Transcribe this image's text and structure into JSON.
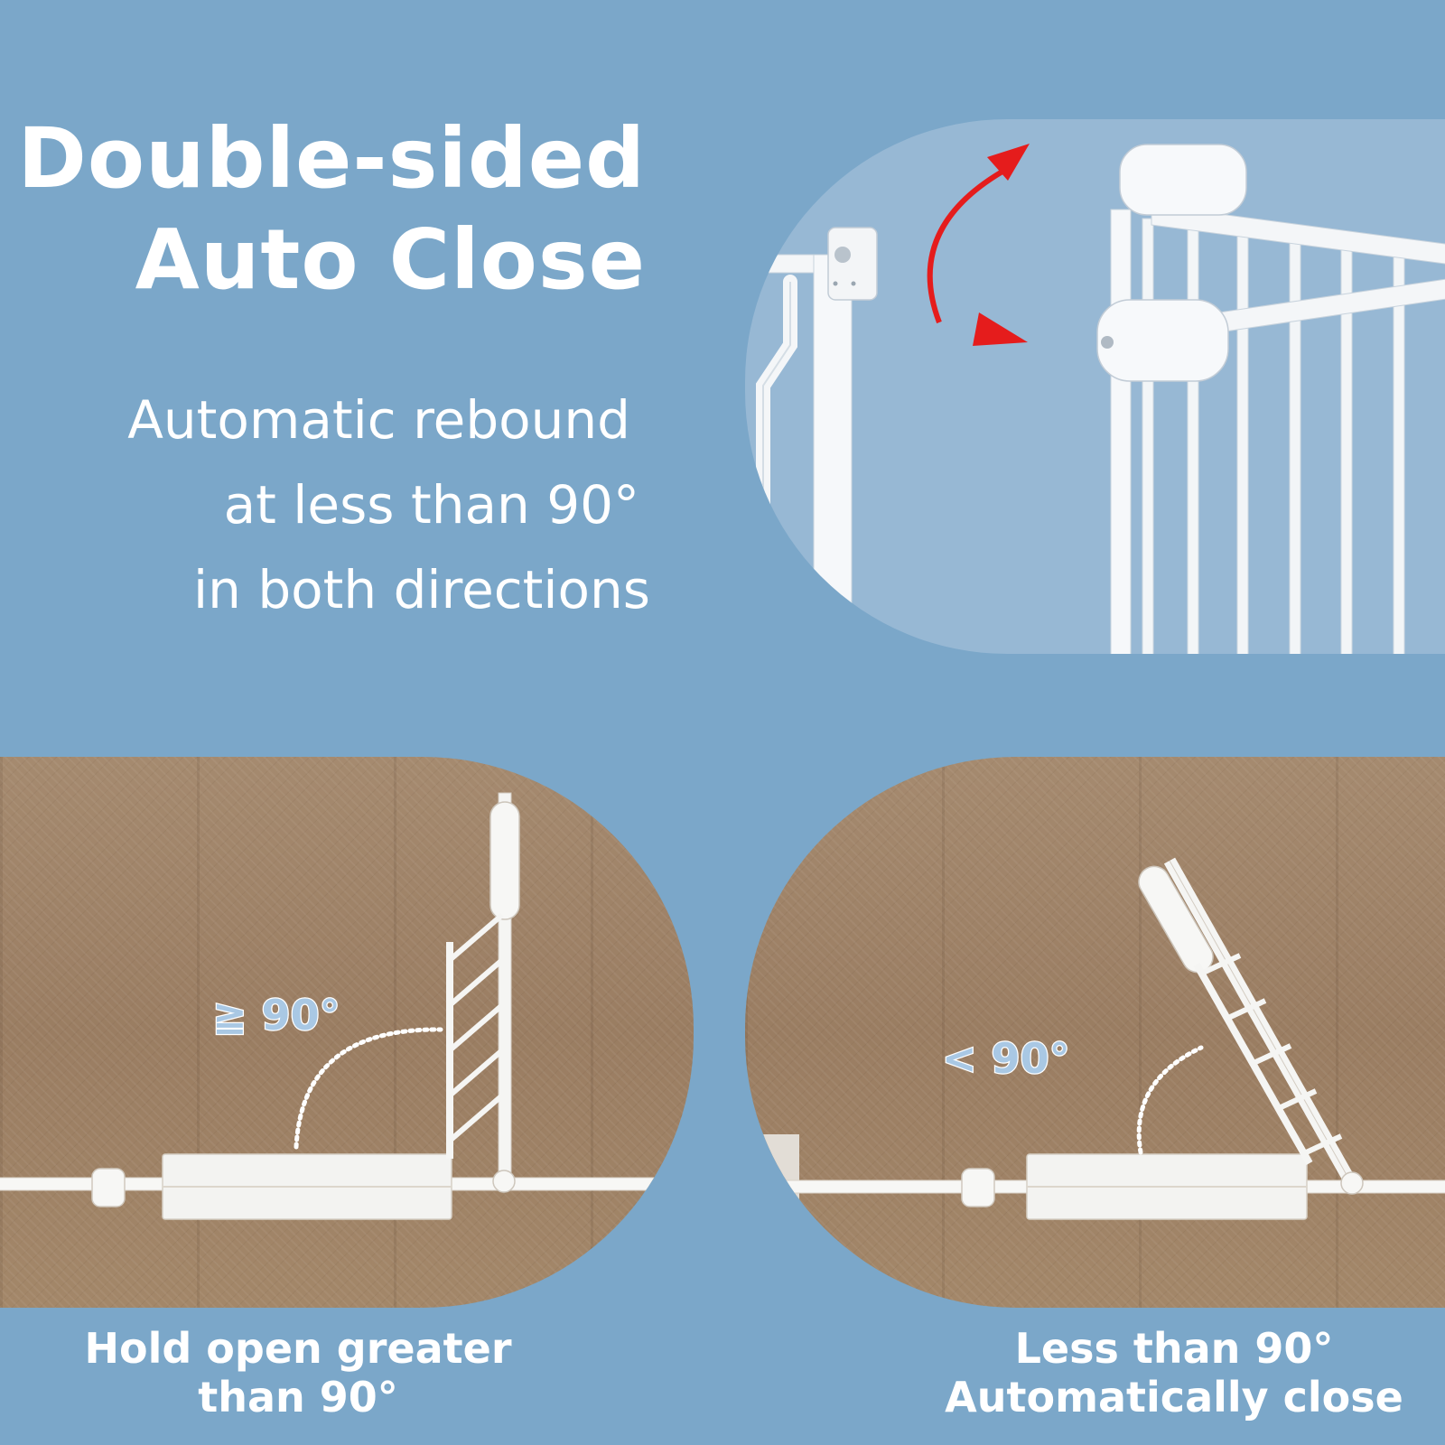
{
  "headline": {
    "line1": "Double-sided",
    "line2": "Auto Close"
  },
  "subhead": {
    "line1": "Automatic rebound",
    "line2": "at less than 90°",
    "line3": "in both directions"
  },
  "panels": {
    "left": {
      "angle_label": "≧ 90°",
      "caption_line1": "Hold open greater",
      "caption_line2": "than 90°"
    },
    "right": {
      "angle_label": "< 90°",
      "caption_line1": "Less than 90°",
      "caption_line2": "Automatically close"
    }
  },
  "colors": {
    "background": "#7ba7c9",
    "closeup_background": "#97b8d4",
    "arrow": "#e51c1c",
    "text": "#ffffff"
  }
}
